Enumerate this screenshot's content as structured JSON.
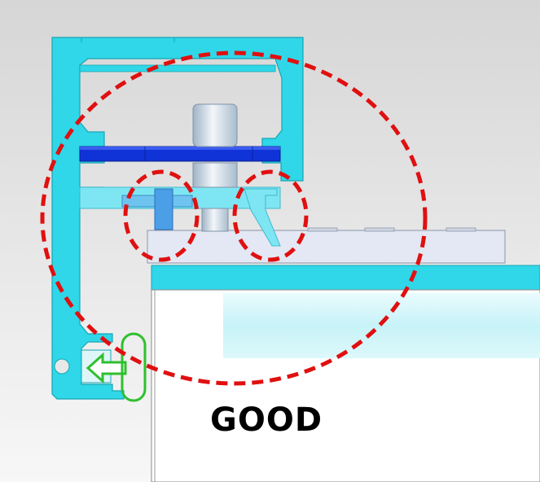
{
  "verdict": "GOOD",
  "colors": {
    "background_top": "#d8d8d8",
    "background_bottom": "#f6f6f6",
    "profile": "#2fd7e8",
    "profile_edge": "#17a5b3",
    "clip_plate": "#1033d8",
    "light_part": "#7ee6f2",
    "pin": "#c9d8e6",
    "base_block": "#e3e8f4",
    "highlight_circle": "#e01010",
    "arrow": "#2fbf2f"
  },
  "annotations": {
    "large_circle": "dashed-red",
    "small_circles": 2,
    "arrow_direction": "left"
  }
}
